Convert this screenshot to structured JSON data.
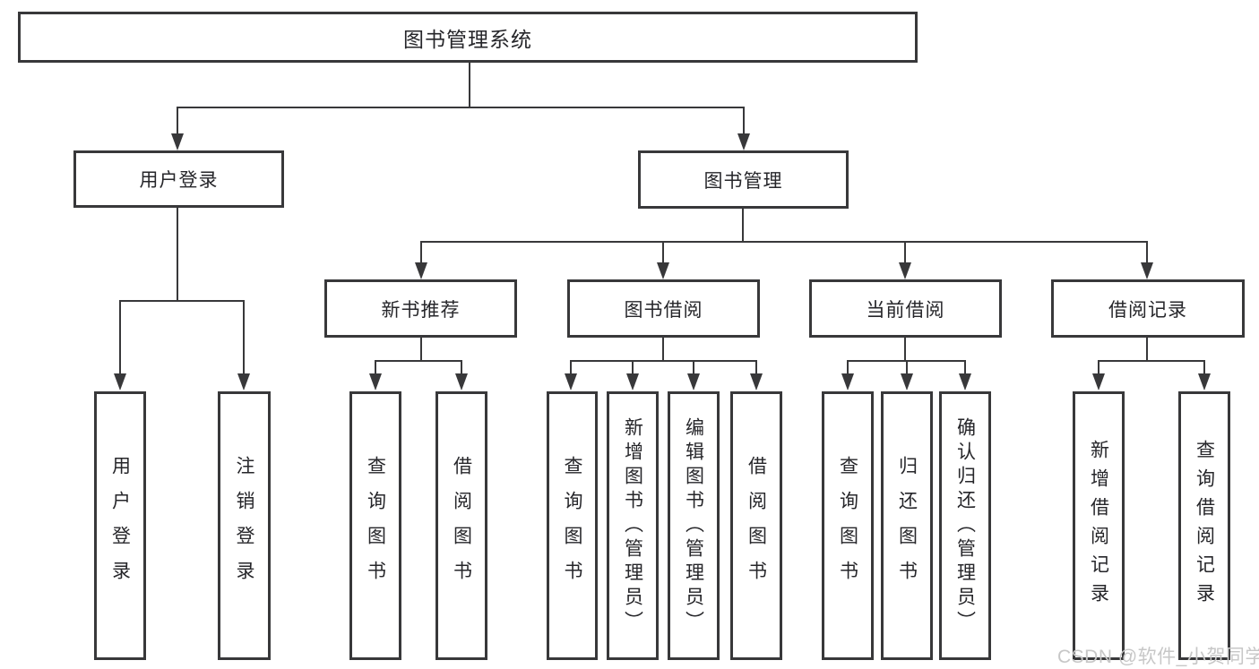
{
  "colors": {
    "line": "#38383a",
    "text": "#26262a",
    "watermark": "#c7c7c7",
    "background": "#ffffff"
  },
  "watermark": {
    "text": "CSDN @软件_小贺同学"
  },
  "tree": {
    "root": {
      "label": "图书管理系统",
      "children": [
        {
          "label": "用户登录",
          "children": [
            {
              "label": "用户登录"
            },
            {
              "label": "注销登录"
            }
          ]
        },
        {
          "label": "图书管理",
          "children": [
            {
              "label": "新书推荐",
              "children": [
                {
                  "label": "查询图书"
                },
                {
                  "label": "借阅图书"
                }
              ]
            },
            {
              "label": "图书借阅",
              "children": [
                {
                  "label": "查询图书"
                },
                {
                  "label": "新增图书（管理员）"
                },
                {
                  "label": "编辑图书（管理员）"
                },
                {
                  "label": "借阅图书"
                }
              ]
            },
            {
              "label": "当前借阅",
              "children": [
                {
                  "label": "查询图书"
                },
                {
                  "label": "归还图书"
                },
                {
                  "label": "确认归还（管理员）"
                }
              ]
            },
            {
              "label": "借阅记录",
              "children": [
                {
                  "label": "新增借阅记录"
                },
                {
                  "label": "查询借阅记录"
                }
              ]
            }
          ]
        }
      ]
    }
  }
}
